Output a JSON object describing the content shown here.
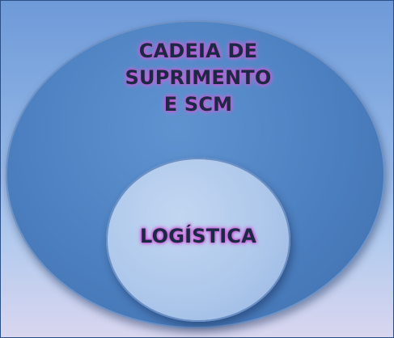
{
  "outer": {
    "lines": [
      "CADEIA DE",
      "SUPRIMENTO",
      "E SCM"
    ]
  },
  "inner": {
    "label": "LOGÍSTICA"
  },
  "colors": {
    "frame_border": "#2a4f86",
    "outer_fill": "#4c7fbf",
    "inner_fill": "#aec8eb",
    "text": "#1b2a44",
    "text_glow": "#c24cd0"
  }
}
